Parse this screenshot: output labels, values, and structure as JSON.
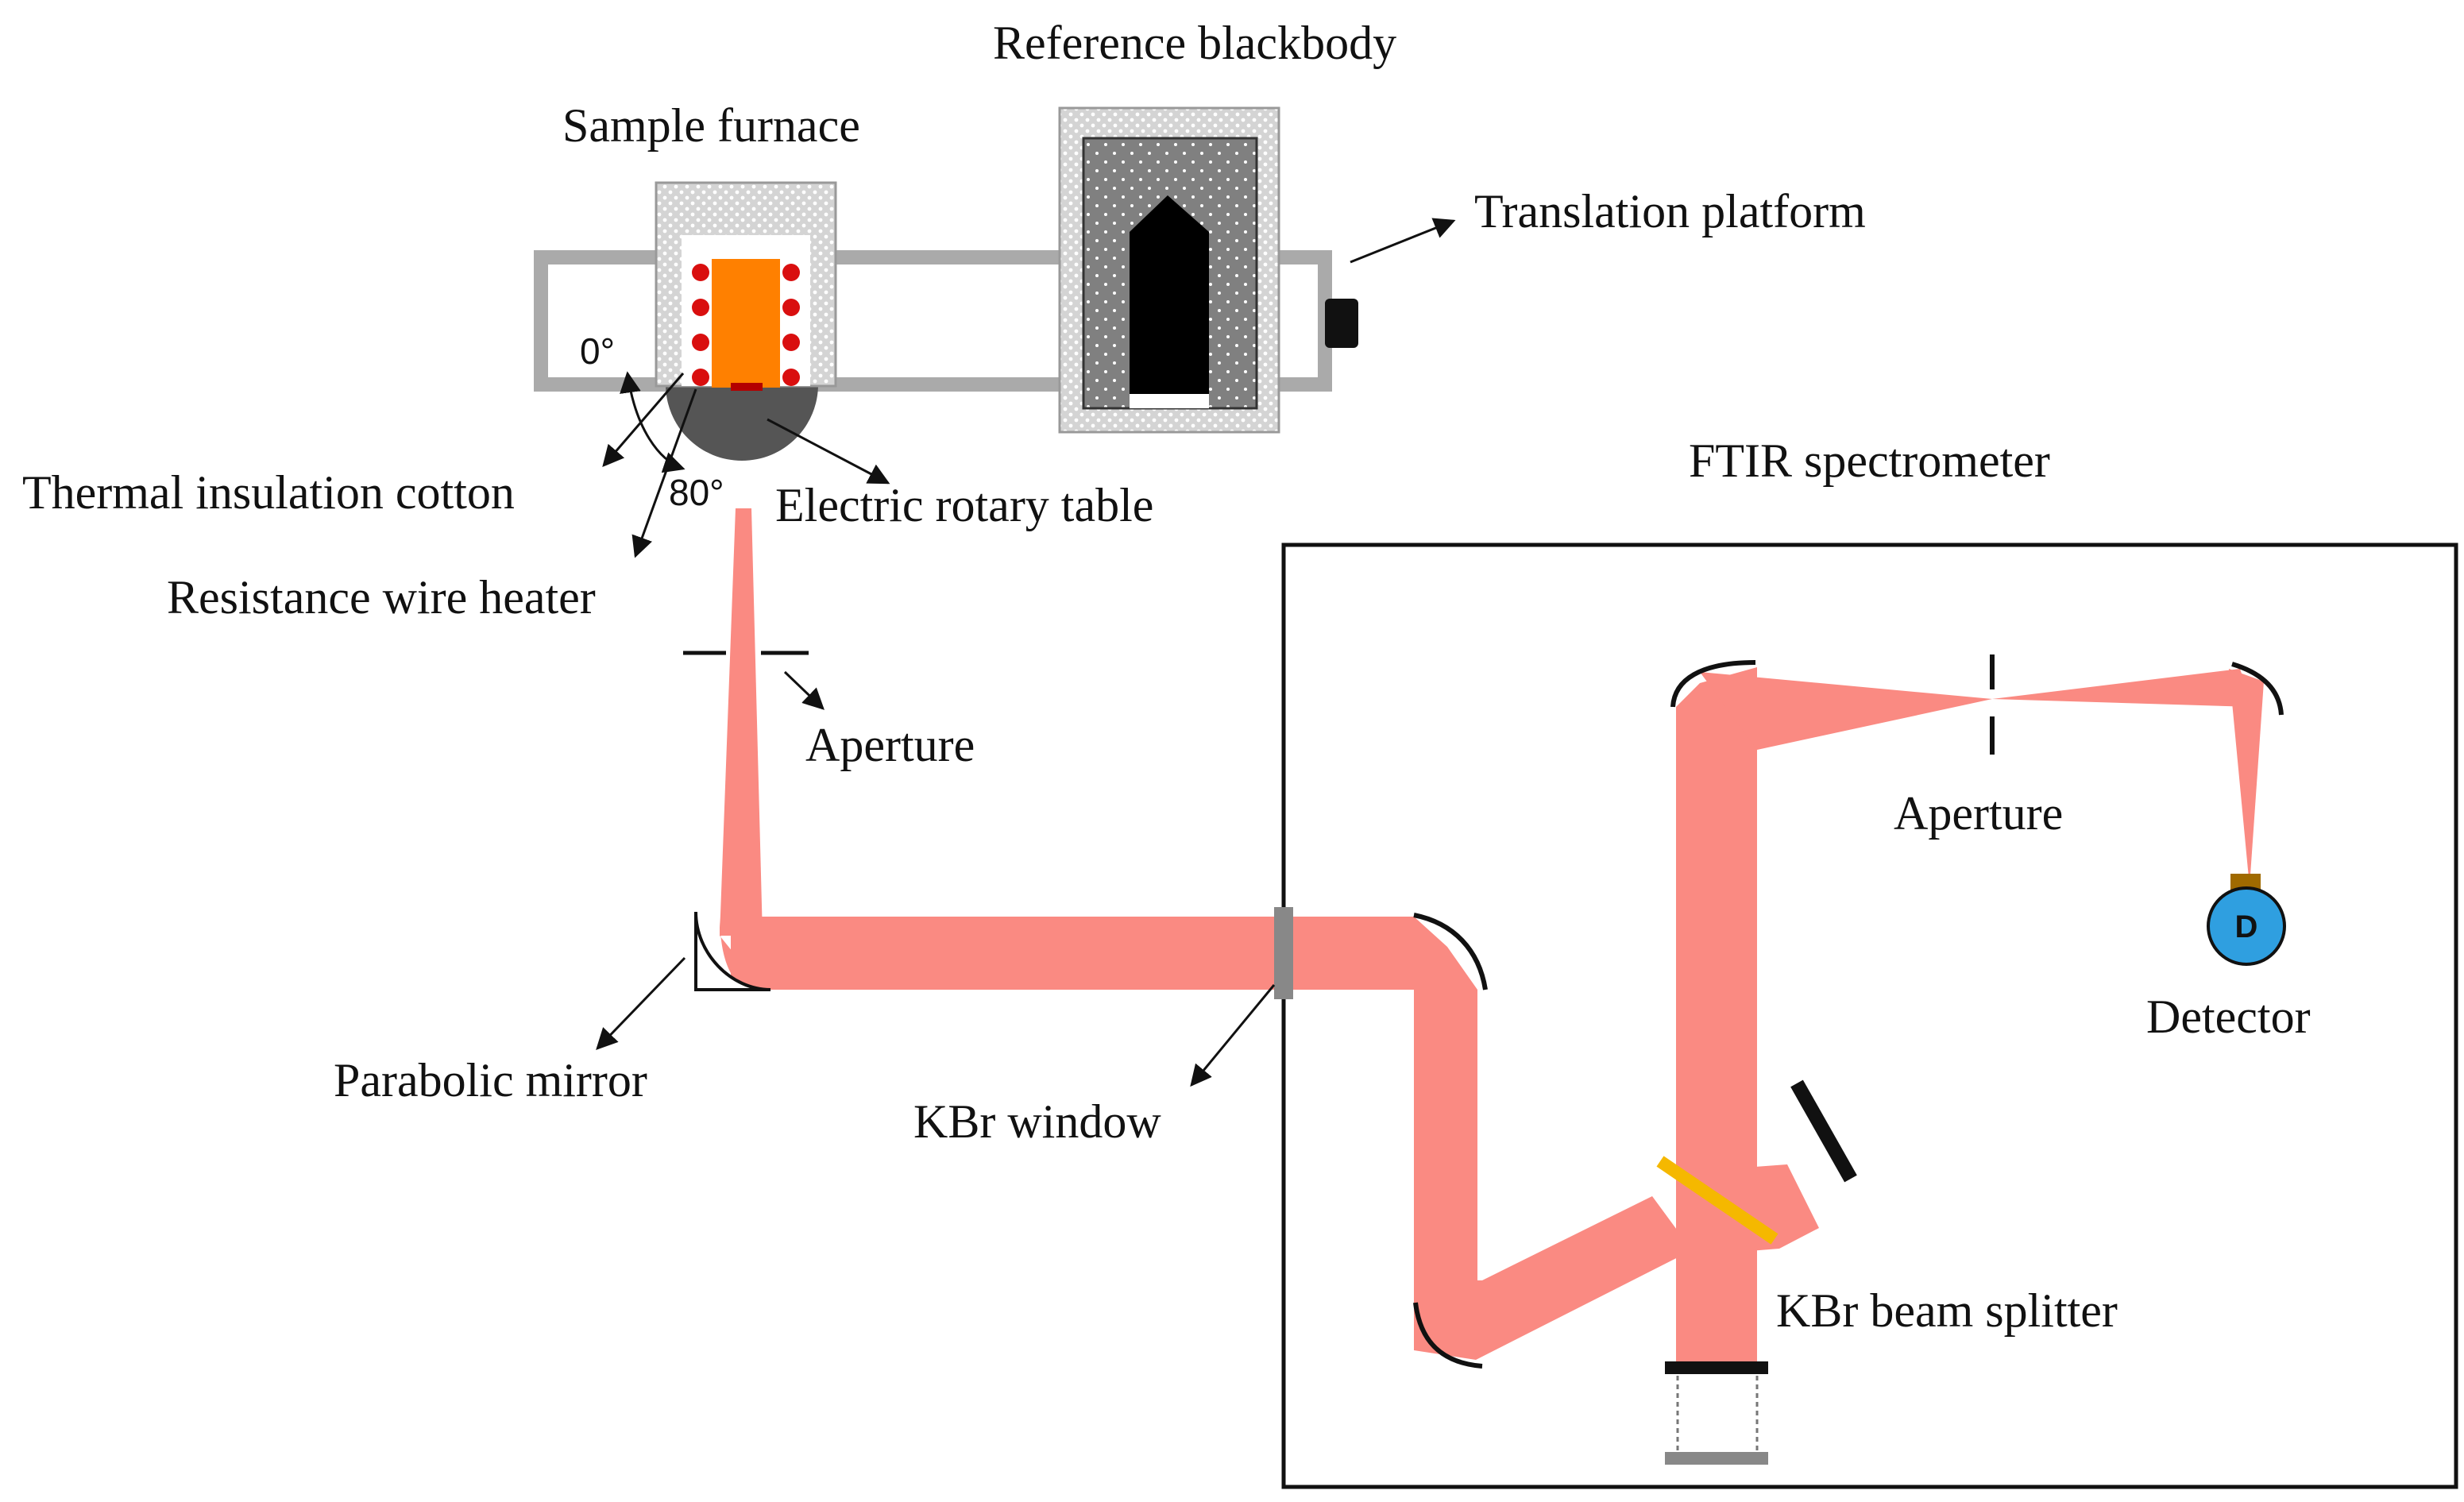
{
  "labels": {
    "reference_blackbody": "Reference blackbody",
    "sample_furnace": "Sample furnace",
    "translation_platform": "Translation platform",
    "thermal_insulation_cotton": "Thermal insulation cotton",
    "electric_rotary_table": "Electric rotary table",
    "resistance_wire_heater": "Resistance wire heater",
    "ftir_spectrometer": "FTIR spectrometer",
    "aperture_outer": "Aperture",
    "aperture_inner": "Aperture",
    "detector": "Detector",
    "parabolic_mirror": "Parabolic mirror",
    "kbr_window": "KBr window",
    "kbr_beam_splitter": "KBr beam splitter",
    "angle_0": "0°",
    "angle_80": "80°",
    "detector_letter": "D"
  },
  "colors": {
    "beam": "#fa8a82",
    "heater_dot": "#d90f0f",
    "sample": "#ff8000",
    "splitter": "#f5b800",
    "detector": "#2f9fe0",
    "rotary_table": "#555555",
    "rail": "#aaaaaa",
    "window": "#888888"
  }
}
